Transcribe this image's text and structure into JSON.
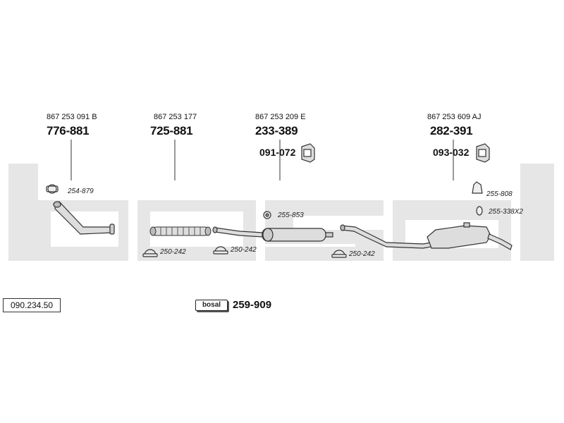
{
  "reference_number": "090.234.50",
  "brand_watermark": "bosal",
  "parts": [
    {
      "oe_number": "867 253 091 B",
      "part_number": "776-881"
    },
    {
      "oe_number": "867 253 177",
      "part_number": "725-881"
    },
    {
      "oe_number": "867 253 209 E",
      "part_number": "233-389"
    },
    {
      "oe_number": "867 253 609 AJ",
      "part_number": "282-391"
    }
  ],
  "mounting_kits": [
    {
      "part_number": "091-072"
    },
    {
      "part_number": "093-032"
    }
  ],
  "clamps": [
    {
      "part_number": "254-879"
    },
    {
      "part_number": "250-242"
    },
    {
      "part_number": "250-242"
    },
    {
      "part_number": "255-853"
    },
    {
      "part_number": "250-242"
    },
    {
      "part_number": "255-808"
    },
    {
      "part_number": "255-338X2"
    }
  ],
  "assembly_kit": {
    "logo_text": "bosal",
    "part_number": "259-909"
  },
  "colors": {
    "line": "#333333",
    "part_fill": "#dddddd",
    "watermark": "#e6e6e6"
  }
}
